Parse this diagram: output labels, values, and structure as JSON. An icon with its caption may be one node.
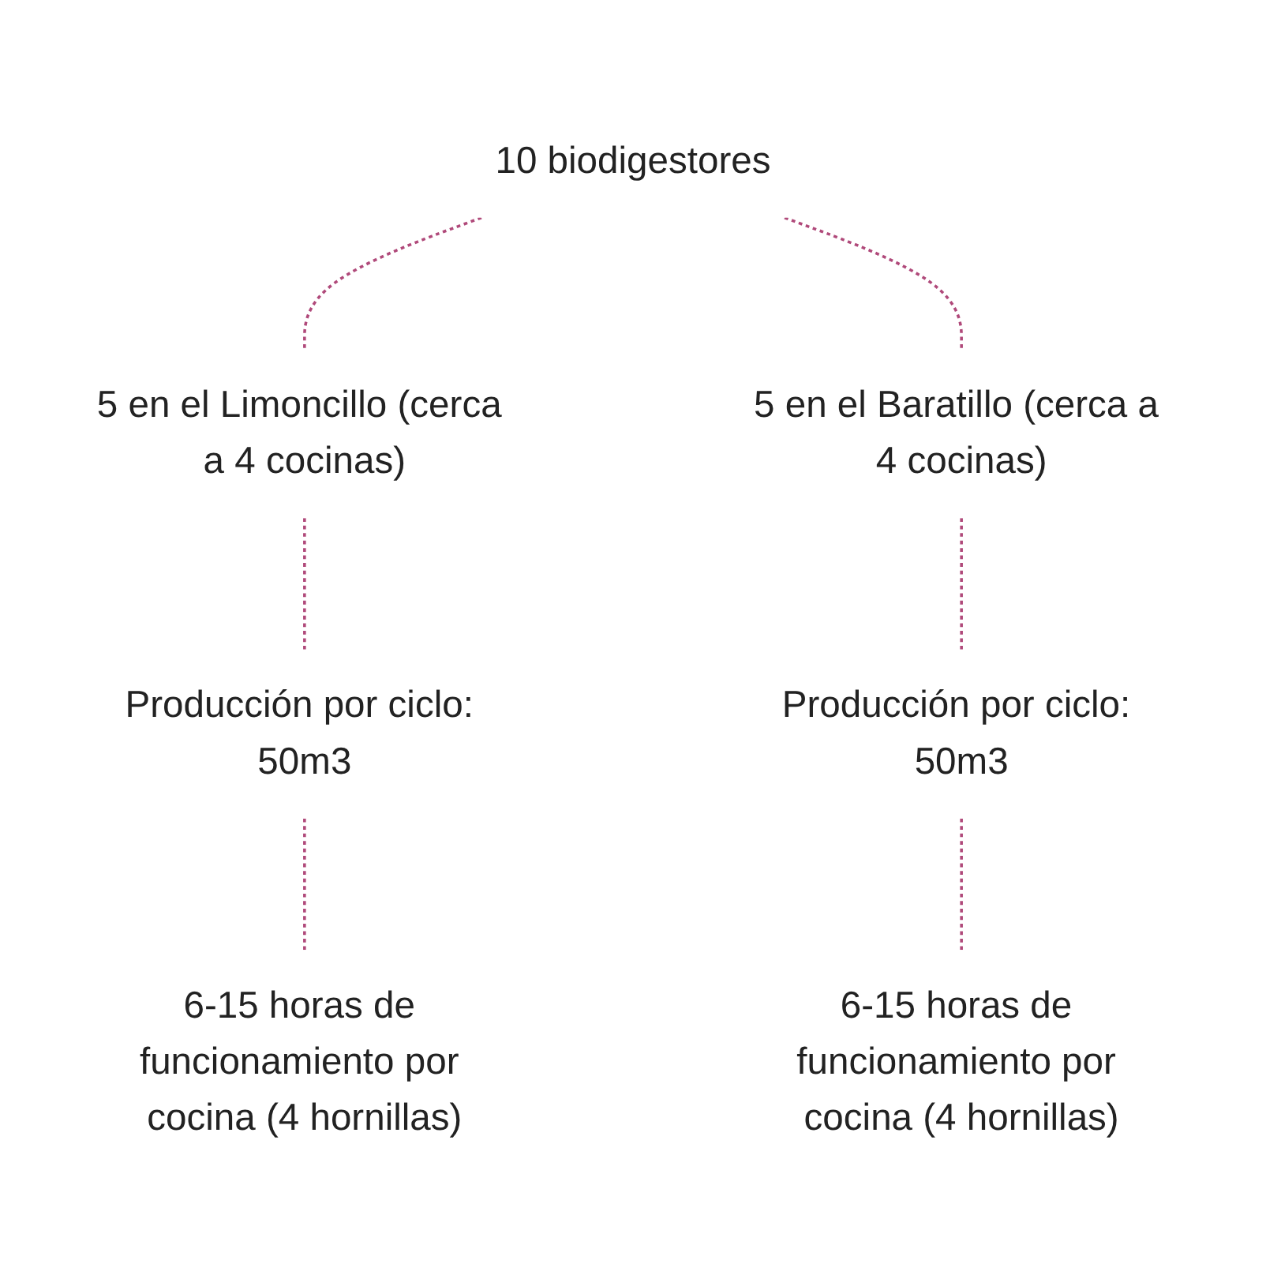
{
  "diagram": {
    "nodes": [
      {
        "text": [
          "10 biodigestores"
        ]
      },
      {
        "text": [
          "5 en el Limoncillo (cerca a 4 cocinas)"
        ]
      },
      {
        "text": [
          "5 en el Baratillo (cerca a 4 cocinas)"
        ]
      },
      {
        "text": [
          "Producción por ciclo: 50m3"
        ]
      },
      {
        "text": [
          "Producción por ciclo: 50m3"
        ]
      },
      {
        "text": [
          "6-15 horas de funcionamiento por cocina (4 hornillas)"
        ]
      },
      {
        "text": [
          "6-15 horas de funcionamiento por cocina (4 hornillas)"
        ]
      }
    ],
    "edges": [
      {
        "from": 0,
        "to": 1,
        "arrow": "none",
        "style": "dashed"
      },
      {
        "from": 0,
        "to": 2,
        "arrow": "none",
        "style": "dashed"
      },
      {
        "from": 1,
        "to": 3,
        "arrow": "none",
        "style": "dashed"
      },
      {
        "from": 2,
        "to": 4,
        "arrow": "none",
        "style": "dashed"
      },
      {
        "from": 3,
        "to": 5,
        "arrow": "none",
        "style": "dashed"
      },
      {
        "from": 4,
        "to": 6,
        "arrow": "none",
        "style": "dashed"
      }
    ]
  }
}
